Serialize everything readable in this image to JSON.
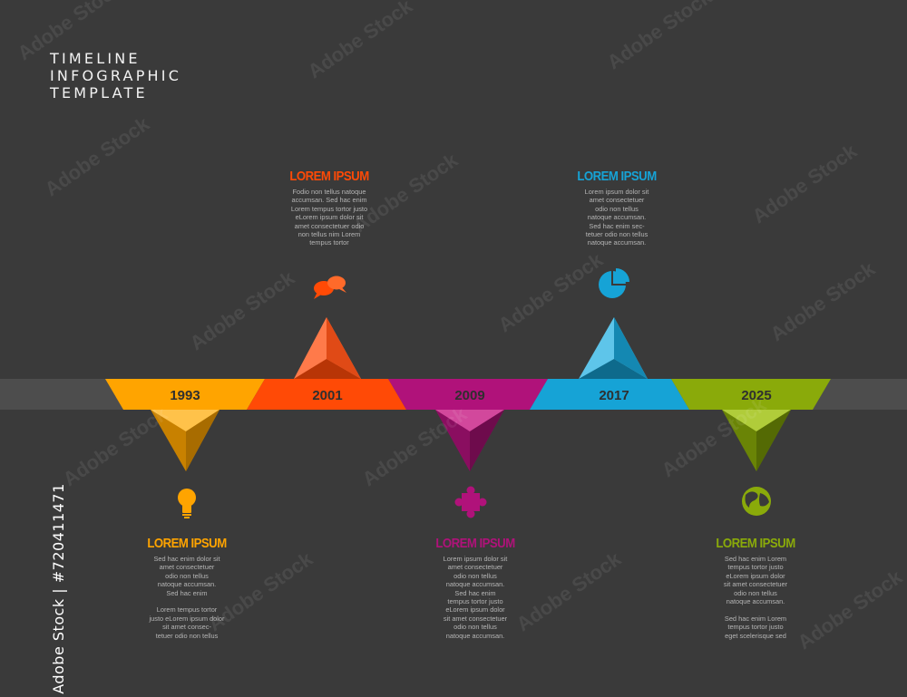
{
  "title": {
    "line1": "TIMELINE",
    "line2": "INFOGRAPHIC",
    "line3": "TEMPLATE"
  },
  "colors": {
    "background": "#3a3a3a",
    "track": "#4d4d4d",
    "orange": "#ffa400",
    "red": "#ff4a06",
    "magenta": "#b0127a",
    "blue": "#16a3d6",
    "green": "#8aaa0a"
  },
  "milestones": [
    {
      "year": "1993",
      "color": "#ffa400",
      "direction": "down",
      "icon": "lightbulb-icon",
      "heading": "LOREM IPSUM",
      "text": "Sed hac enim dolor sit\namet consectetuer\nodio non tellus\nnatoque accumsan.\nSed hac enim\n\nLorem tempus tortor\njusto eLorem ipsum dolor\nsit amet consec-\ntetuer odio non tellus"
    },
    {
      "year": "2001",
      "color": "#ff4a06",
      "direction": "up",
      "icon": "chat-bubbles-icon",
      "heading": "LOREM IPSUM",
      "text": "Fodio non tellus natoque\naccumsan. Sed hac enim\nLorem tempus tortor justo\neLorem ipsum dolor sit\namet consectetuer odio\nnon tellus nim Lorem\ntempus tortor"
    },
    {
      "year": "2009",
      "color": "#b0127a",
      "direction": "down",
      "icon": "puzzle-icon",
      "heading": "LOREM IPSUM",
      "text": "Lorem ipsum dolor sit\namet consectetuer\nodio non tellus\nnatoque accumsan.\nSed hac enim\ntempus tortor justo\neLorem ipsum dolor\nsit amet consectetuer\nodio non tellus\nnatoque accumsan."
    },
    {
      "year": "2017",
      "color": "#16a3d6",
      "direction": "up",
      "icon": "pie-chart-icon",
      "heading": "LOREM IPSUM",
      "text": "Lorem ipsum dolor sit\namet consectetuer\nodio non tellus\nnatoque accumsan.\nSed hac enim sec-\ntetuer odio non tellus\nnatoque accumsan."
    },
    {
      "year": "2025",
      "color": "#8aaa0a",
      "direction": "down",
      "icon": "globe-icon",
      "heading": "LOREM IPSUM",
      "text": "Sed hac enim Lorem\ntempus tortor justo\neLorem ipsum dolor\nsit amet consectetuer\nodio non tellus\nnatoque accumsan.\n\nSed hac enim Lorem\ntempus tortor justo\neget scelerisque sed"
    }
  ],
  "watermark": "Adobe Stock",
  "stock_id": "#720411471"
}
